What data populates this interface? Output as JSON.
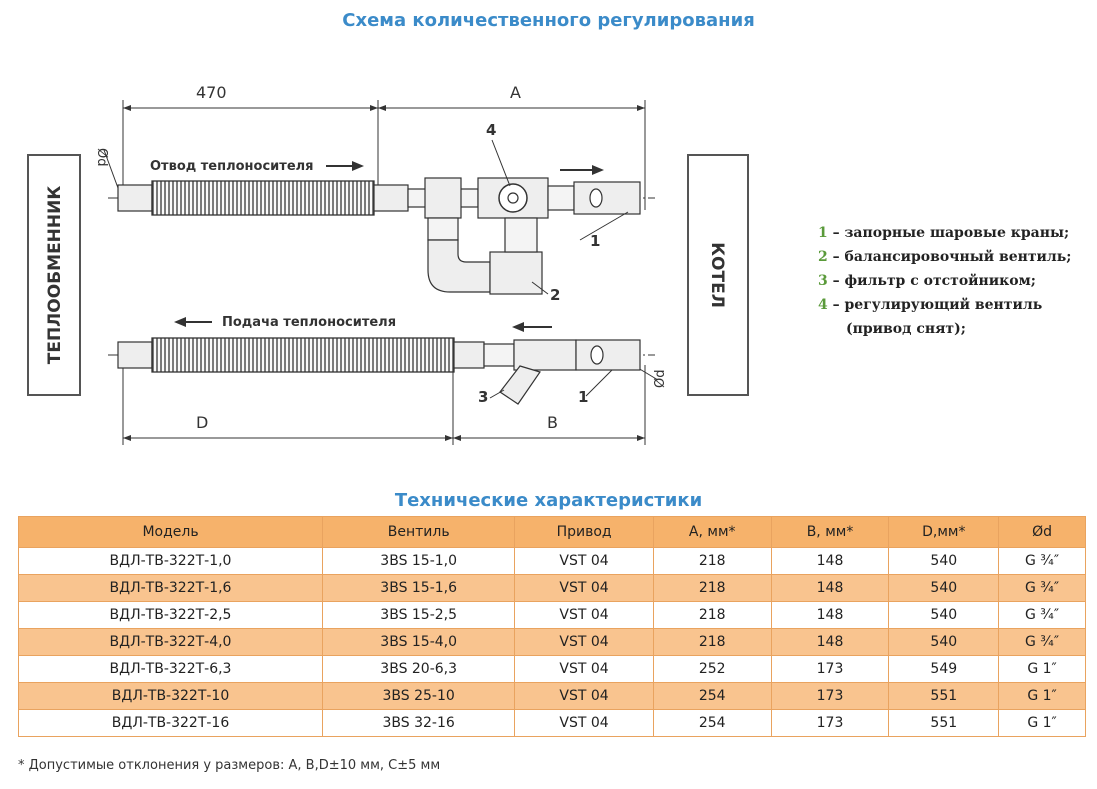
{
  "titles": {
    "scheme": "Схема количественного регулирования",
    "tech": "Технические характеристики"
  },
  "diagram": {
    "left_box": "ТЕПЛООБМЕННИК",
    "right_box": "КОТЕЛ",
    "dim_470": "470",
    "dim_A": "A",
    "dim_B": "B",
    "dim_D": "D",
    "od_top": "Ød",
    "od_bottom": "Ød",
    "supply_out_label": "Отвод теплоносителя",
    "supply_in_label": "Подача теплоносителя",
    "callout_1a": "1",
    "callout_1b": "1",
    "callout_2": "2",
    "callout_3": "3",
    "callout_4": "4"
  },
  "legend": [
    {
      "num": "1",
      "text": " – запорные шаровые краны;"
    },
    {
      "num": "2",
      "text": " – балансировочный вентиль;"
    },
    {
      "num": "3",
      "text": " – фильтр с отстойником;"
    },
    {
      "num": "4",
      "text": " – регулирующий вентиль"
    },
    {
      "num": "",
      "text": "(привод снят);"
    }
  ],
  "table": {
    "headers": [
      "Модель",
      "Вентиль",
      "Привод",
      "A, мм*",
      "B, мм*",
      "D,мм*",
      "Ød"
    ],
    "rows": [
      [
        "ВДЛ-ТВ-322Т-1,0",
        "3BS 15-1,0",
        "VST 04",
        "218",
        "148",
        "540",
        "G ¾″"
      ],
      [
        "ВДЛ-ТВ-322Т-1,6",
        "3BS 15-1,6",
        "VST 04",
        "218",
        "148",
        "540",
        "G ¾″"
      ],
      [
        "ВДЛ-ТВ-322Т-2,5",
        "3BS 15-2,5",
        "VST 04",
        "218",
        "148",
        "540",
        "G ¾″"
      ],
      [
        "ВДЛ-ТВ-322Т-4,0",
        "3BS 15-4,0",
        "VST 04",
        "218",
        "148",
        "540",
        "G ¾″"
      ],
      [
        "ВДЛ-ТВ-322Т-6,3",
        "3BS 20-6,3",
        "VST 04",
        "252",
        "173",
        "549",
        "G 1″"
      ],
      [
        "ВДЛ-ТВ-322Т-10",
        "3BS 25-10",
        "VST 04",
        "254",
        "173",
        "551",
        "G 1″"
      ],
      [
        "ВДЛ-ТВ-322Т-16",
        "3BS 32-16",
        "VST 04",
        "254",
        "173",
        "551",
        "G 1″"
      ]
    ]
  },
  "note": "* Допустимые отклонения у размеров: А, В,D±10 мм, С±5 мм"
}
